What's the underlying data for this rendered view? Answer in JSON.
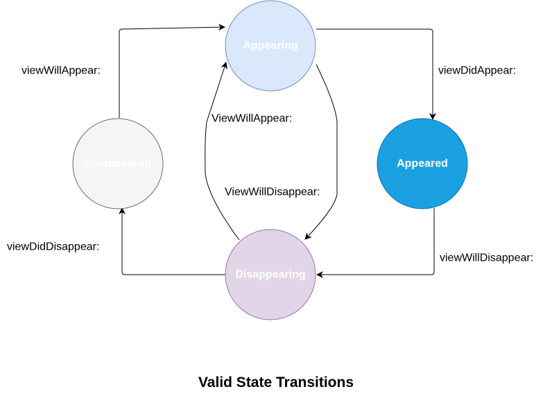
{
  "caption": "Valid State Transitions",
  "nodes": {
    "appearing": {
      "label": "Appearing",
      "fill": "#dae8fc",
      "stroke": "#6c8ebf"
    },
    "appeared": {
      "label": "Appeared",
      "fill": "#1ba1e2",
      "stroke": "#006eaf"
    },
    "disappearing": {
      "label": "Disappearing",
      "fill": "#e1d5e7",
      "stroke": "#9673a6"
    },
    "disappeared": {
      "label": "Disappeared",
      "fill": "#f5f5f5",
      "stroke": "#666666"
    }
  },
  "edges": {
    "disappeared_to_appearing": "viewWillAppear:",
    "appearing_to_appeared": "viewDidAppear:",
    "disappearing_to_appearing": "ViewWillAppear:",
    "appearing_to_disappearing": "ViewWillDisappear:",
    "appeared_to_disappearing": "viewWillDisappear:",
    "disappearing_to_disappeared": "viewDidDisappear:"
  }
}
